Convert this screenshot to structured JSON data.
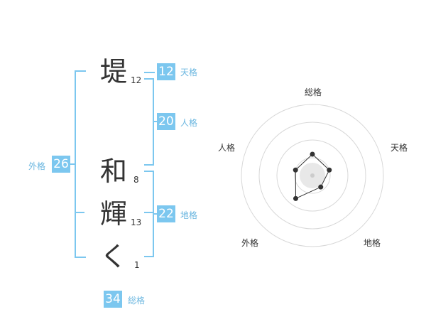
{
  "name_chars": [
    {
      "char": "堤",
      "strokes": "12"
    },
    {
      "char": "和",
      "strokes": "8"
    },
    {
      "char": "輝",
      "strokes": "13"
    },
    {
      "char": "く",
      "strokes": "1"
    }
  ],
  "kakusu": {
    "tenkaku": {
      "value": "12",
      "label": "天格"
    },
    "jinkaku": {
      "value": "20",
      "label": "人格"
    },
    "chikaku": {
      "value": "22",
      "label": "地格"
    },
    "gaikaku": {
      "value": "26",
      "label": "外格"
    },
    "soukaku": {
      "value": "34",
      "label": "総格"
    }
  },
  "radar": {
    "axes": [
      "総格",
      "天格",
      "地格",
      "外格",
      "人格"
    ],
    "ring_count": 4,
    "values": [
      0.3,
      0.25,
      0.2,
      0.4,
      0.25
    ],
    "colors": {
      "ring": "#d8d8d8",
      "fill": "#e8e8e8",
      "line": "#333333",
      "point": "#333333"
    }
  }
}
